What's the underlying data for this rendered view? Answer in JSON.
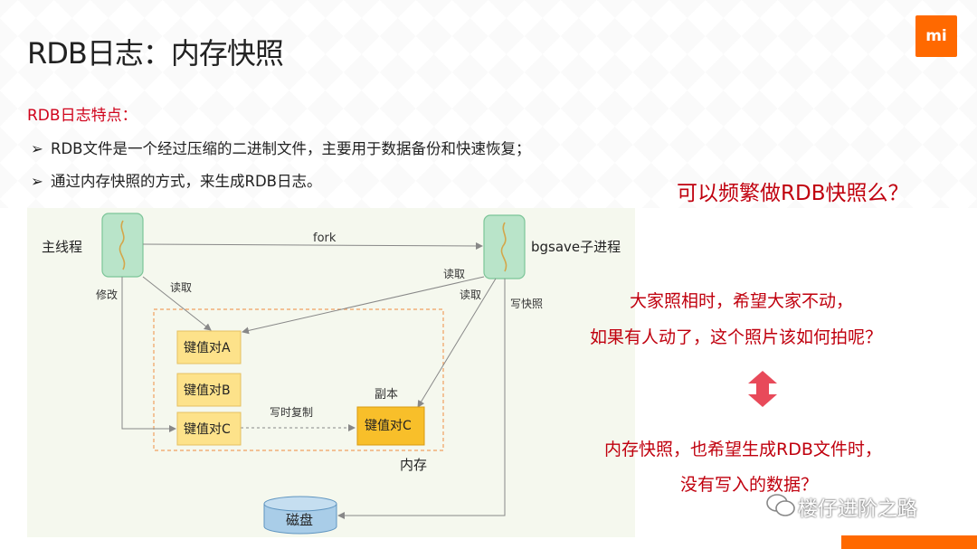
{
  "slide": {
    "title": "RDB日志：内存快照",
    "logo": "mi",
    "subtitle": "RDB日志特点：",
    "bullets": [
      "RDB文件是一个经过压缩的二进制文件，主要用于数据备份和快速恢复；",
      "通过内存快照的方式，来生成RDB日志。"
    ],
    "bullet_marker": "➢"
  },
  "diagram": {
    "main_thread": "主线程",
    "bgsave": "bgsave子进程",
    "fork": "fork",
    "modify": "修改",
    "read_left": "读取",
    "read_right_top": "读取",
    "read_right": "读取",
    "write_snapshot": "写快照",
    "kv_a": "键值对A",
    "kv_b": "键值对B",
    "kv_c": "键值对C",
    "copy_label": "副本",
    "kv_c_copy": "键值对C",
    "cow": "写时复制",
    "memory": "内存",
    "disk": "磁盘"
  },
  "right": {
    "question": "可以频繁做RDB快照么？",
    "line1": "大家照相时，希望大家不动，",
    "line2": "如果有人动了，这个照片该如何拍呢？",
    "line3": "内存快照，也希望生成RDB文件时，",
    "line4": "没有写入的数据？"
  },
  "watermark": "楼仔进阶之路",
  "colors": {
    "accent_red": "#c0000e",
    "brand_orange": "#ff6900",
    "thread_green": "#b9e4c9",
    "kv_yellow": "#fde28a",
    "copy_yellow": "#f8bf2a",
    "disk_blue": "#a9cde8"
  }
}
